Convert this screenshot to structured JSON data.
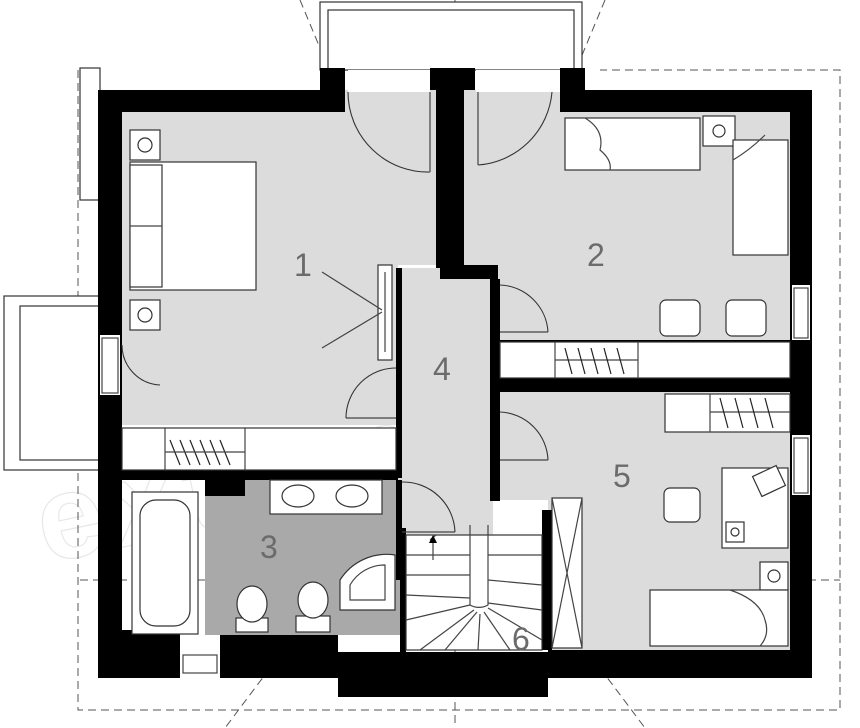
{
  "floor_plan": {
    "watermark": "extradom",
    "rooms": [
      {
        "number": "1"
      },
      {
        "number": "2"
      },
      {
        "number": "3"
      },
      {
        "number": "4"
      },
      {
        "number": "5"
      },
      {
        "number": "6"
      }
    ],
    "colors": {
      "wall": "#000000",
      "floor_light": "#dcdcdc",
      "floor_bath": "#a9a9a9",
      "floor_none": "#ffffff",
      "label": "#6b6b6b"
    }
  }
}
